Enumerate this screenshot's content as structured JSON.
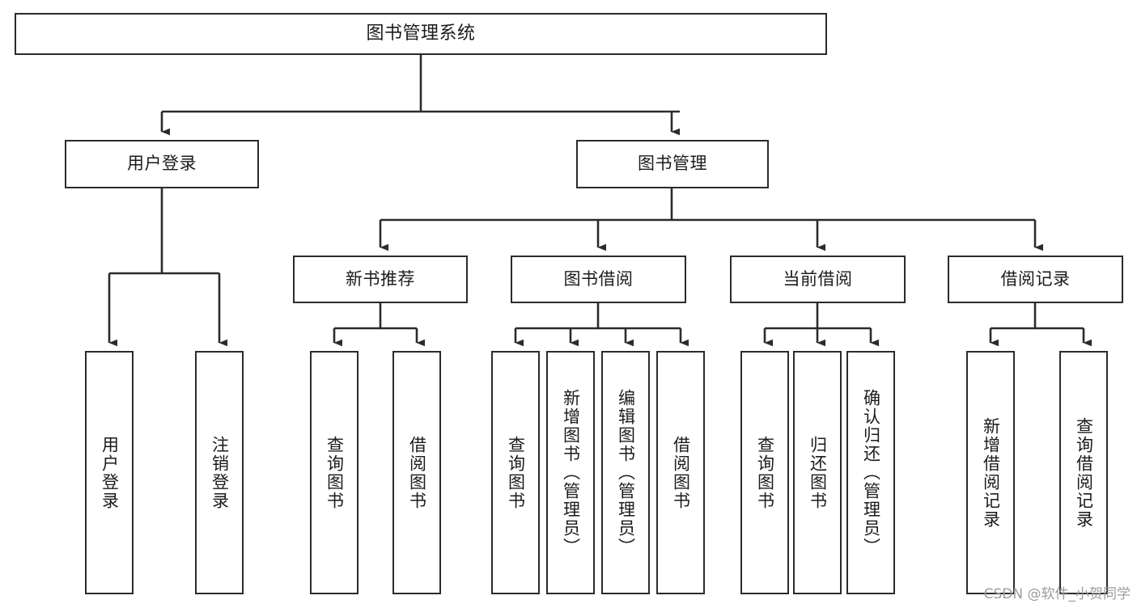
{
  "diagram": {
    "type": "tree-hierarchy",
    "title": "图书管理系统",
    "orientation": "top-down",
    "colors": {
      "border": "#2b2b2b",
      "background": "#ffffff",
      "text": "#1b1b1b",
      "watermark": "#9c9c9c"
    },
    "watermark": "CSDN @软件_小贺同学",
    "nodes": {
      "root": {
        "label": "图书管理系统",
        "level": 0
      },
      "level1": [
        {
          "id": "user-login",
          "label": "用户登录"
        },
        {
          "id": "book-manage",
          "label": "图书管理"
        }
      ],
      "level2": [
        {
          "id": "new-book-rec",
          "label": "新书推荐",
          "parent": "book-manage"
        },
        {
          "id": "book-borrow",
          "label": "图书借阅",
          "parent": "book-manage"
        },
        {
          "id": "current-borrow",
          "label": "当前借阅",
          "parent": "book-manage"
        },
        {
          "id": "borrow-record",
          "label": "借阅记录",
          "parent": "book-manage"
        }
      ],
      "leaves": [
        {
          "id": "leaf-user-login",
          "label": "用户登录",
          "parent": "user-login"
        },
        {
          "id": "leaf-logout",
          "label": "注销登录",
          "parent": "user-login"
        },
        {
          "id": "leaf-query-book-1",
          "label": "查询图书",
          "parent": "new-book-rec"
        },
        {
          "id": "leaf-borrow-book-1",
          "label": "借阅图书",
          "parent": "new-book-rec"
        },
        {
          "id": "leaf-query-book-2",
          "label": "查询图书",
          "parent": "book-borrow"
        },
        {
          "id": "leaf-add-book",
          "label": "新增图书（管理员）",
          "parent": "book-borrow"
        },
        {
          "id": "leaf-edit-book",
          "label": "编辑图书（管理员）",
          "parent": "book-borrow"
        },
        {
          "id": "leaf-borrow-book-2",
          "label": "借阅图书",
          "parent": "book-borrow"
        },
        {
          "id": "leaf-query-book-3",
          "label": "查询图书",
          "parent": "current-borrow"
        },
        {
          "id": "leaf-return-book",
          "label": "归还图书",
          "parent": "current-borrow"
        },
        {
          "id": "leaf-confirm-return",
          "label": "确认归还（管理员）",
          "parent": "current-borrow"
        },
        {
          "id": "leaf-add-record",
          "label": "新增借阅记录",
          "parent": "borrow-record"
        },
        {
          "id": "leaf-query-record",
          "label": "查询借阅记录",
          "parent": "borrow-record"
        }
      ]
    }
  }
}
